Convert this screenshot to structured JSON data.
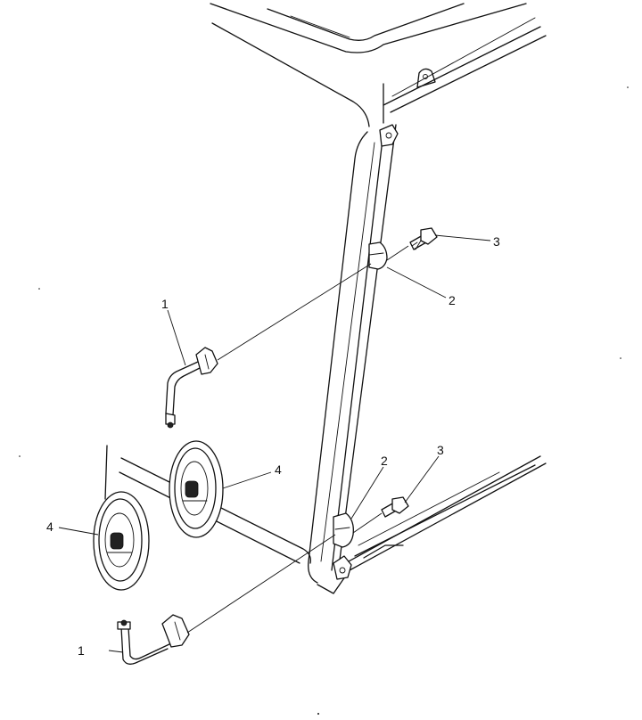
{
  "diagram": {
    "callouts": [
      {
        "id": "upper-bracket-1",
        "text": "1"
      },
      {
        "id": "upper-clamp-2",
        "text": "2"
      },
      {
        "id": "upper-bolt-3",
        "text": "3"
      },
      {
        "id": "lower-bracket-1",
        "text": "1"
      },
      {
        "id": "lower-clamp-2",
        "text": "2"
      },
      {
        "id": "lower-bolt-3",
        "text": "3"
      },
      {
        "id": "mirror-upper-4",
        "text": "4"
      },
      {
        "id": "mirror-lower-4",
        "text": "4"
      }
    ]
  }
}
